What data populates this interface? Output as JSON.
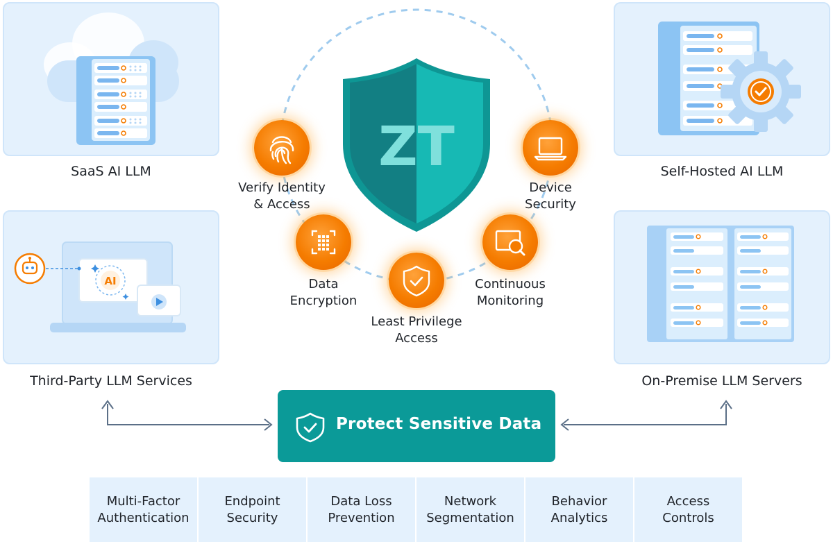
{
  "shield": {
    "text": "ZT"
  },
  "cards": {
    "saas": "SaaS AI LLM",
    "self_hosted": "Self-Hosted AI LLM",
    "third_party": "Third-Party LLM Services",
    "on_premise": "On-Premise LLM Servers"
  },
  "third_party_art": {
    "badge": "AI"
  },
  "pillars": {
    "verify_line1": "Verify Identity",
    "verify_line2": "& Access",
    "device_line1": "Device",
    "device_line2": "Security",
    "encryption_line1": "Data",
    "encryption_line2": "Encryption",
    "monitoring_line1": "Continuous",
    "monitoring_line2": "Monitoring",
    "privilege_line1": "Least Privilege",
    "privilege_line2": "Access"
  },
  "center": {
    "label": "Protect Sensitive Data"
  },
  "controls": [
    {
      "line1": "Multi-Factor",
      "line2": "Authentication"
    },
    {
      "line1": "Endpoint",
      "line2": "Security"
    },
    {
      "line1": "Data Loss",
      "line2": "Prevention"
    },
    {
      "line1": "Network",
      "line2": "Segmentation"
    },
    {
      "line1": "Behavior",
      "line2": "Analytics"
    },
    {
      "line1": "Access",
      "line2": "Controls"
    }
  ],
  "colors": {
    "teal": "#0b9a98",
    "orange": "#f57c00",
    "card_bg": "#e4f1fd",
    "server_blue": "#8cc4f3"
  },
  "icons": {
    "verify": "fingerprint-icon",
    "device": "laptop-icon",
    "encryption": "keypad-icon",
    "monitoring": "monitor-search-icon",
    "privilege": "shield-check-icon",
    "center": "shield-check-icon"
  }
}
